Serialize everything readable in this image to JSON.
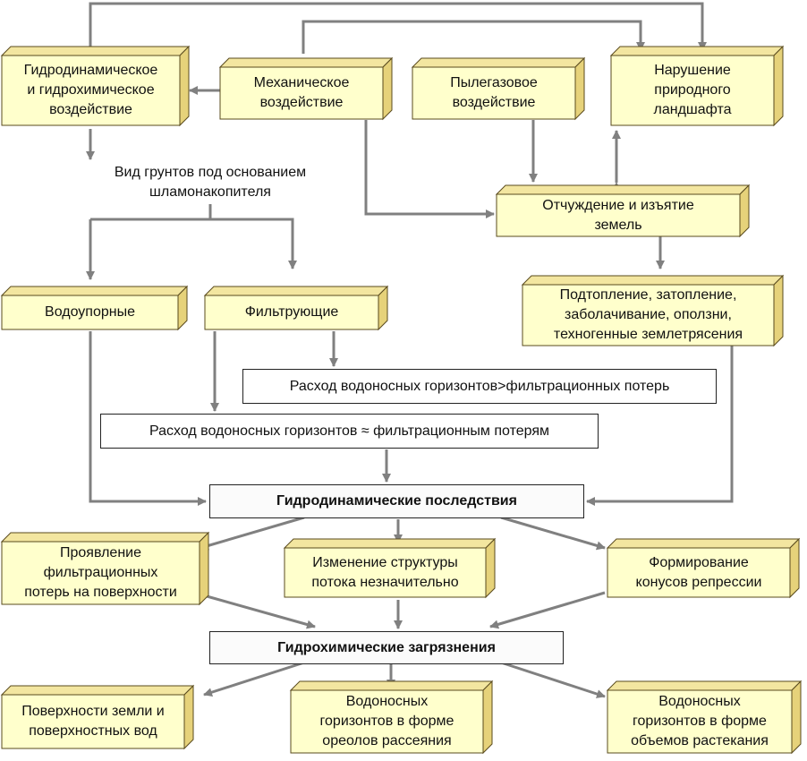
{
  "colors": {
    "box_front": "#ffffcc",
    "box_top": "#f3e6a0",
    "box_side": "#e6d27a",
    "box_border": "#5a4b1e",
    "arrow": "#808080"
  },
  "nodes": {
    "hydro_impact": "Гидродинамическое\nи гидрохимическое\nвоздействие",
    "mechanical": "Механическое\nвоздействие",
    "dust_gas": "Пылегазовое\nвоздействие",
    "landscape": "Нарушение\nприродного\nландшафта",
    "soil_label": "Вид грунтов под основанием\nшламонакопителя",
    "land_seizure": "Отчуждение и изъятие\nземель",
    "waterproof": "Водоупорные",
    "filtering": "Фильтрующие",
    "flooding": "Подтопление, затопление,\nзаболачивание, оползни,\nтехногенные землетрясения",
    "flow_greater": "Расход водоносных горизонтов>фильтрационных потерь",
    "flow_equal": "Расход водоносных горизонтов ≈ фильтрационным потерям",
    "hydrodynamic": "Гидродинамические последствия",
    "filtration_surface": "Проявление\nфильтрационных\nпотерь на поверхности",
    "flow_structure": "Изменение структуры\nпотока незначительно",
    "repression_cones": "Формирование\nконусов репрессии",
    "hydrochemical": "Гидрохимические загрязнения",
    "surface_water": "Поверхности земли и\nповерхностных вод",
    "aquifer_halo": "Водоносных\nгоризонтов в форме\nореолов рассеяния",
    "aquifer_volume": "Водоносных\nгоризонтов в форме\nобъемов растекания"
  }
}
